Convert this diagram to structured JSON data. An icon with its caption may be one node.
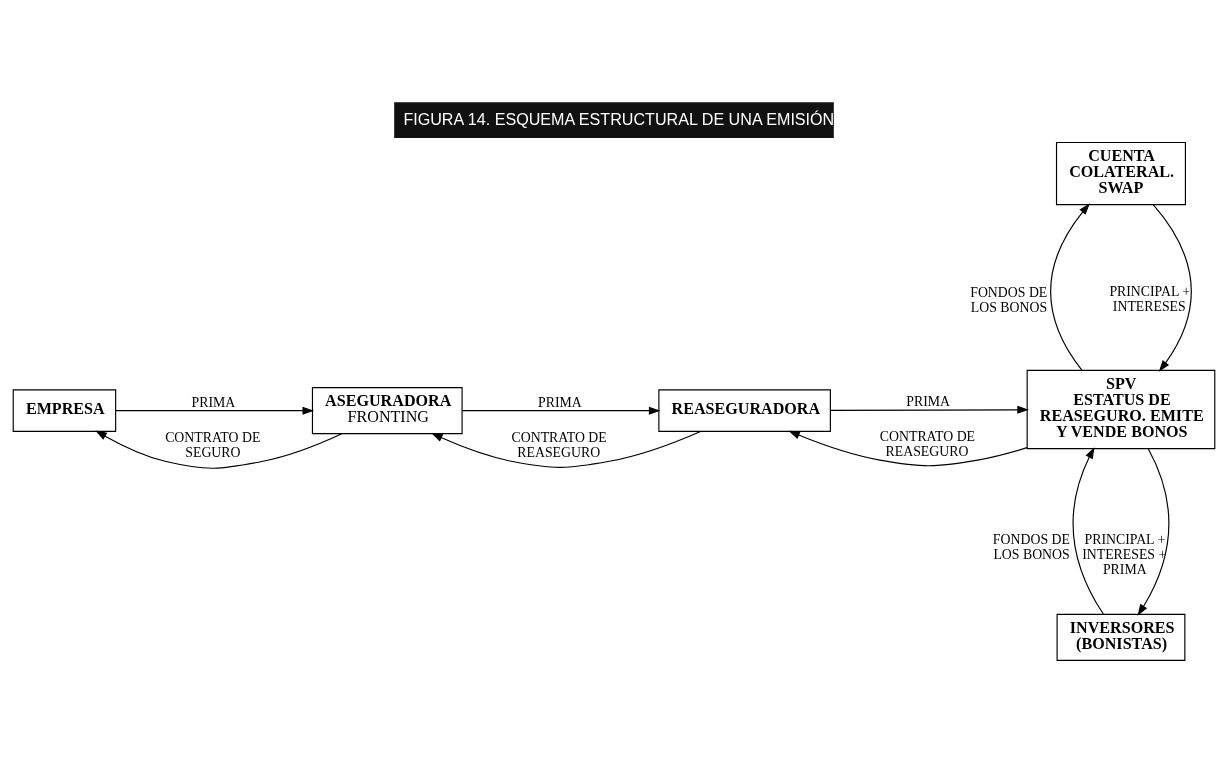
{
  "diagram": {
    "title": "FIGURA 14. ESQUEMA ESTRUCTURAL DE UNA EMISIÓN",
    "nodes": [
      {
        "text": [
          "EMPRESA"
        ]
      },
      {
        "text": [
          "ASEGURADORA",
          "FRONTING"
        ]
      },
      {
        "text": [
          "REASEGURADORA"
        ]
      },
      {
        "text": [
          "CUENTA COLATERAL. SWAP"
        ]
      },
      {
        "text": [
          "SPV",
          "ESTATUS DE REASEGURO. EMITE Y VENDE BONOS"
        ]
      },
      {
        "text": [
          "INVERSORES (BONISTAS)"
        ]
      }
    ],
    "edges": [
      {
        "from": 0,
        "to": 1,
        "arrow": "to",
        "label": "PRIMA"
      },
      {
        "from": 1,
        "to": 0,
        "arrow": "to",
        "label": "CONTRATO DE SEGURO"
      },
      {
        "from": 1,
        "to": 2,
        "arrow": "to",
        "label": "PRIMA"
      },
      {
        "from": 2,
        "to": 1,
        "arrow": "to",
        "label": "CONTRATO DE REASEGURO"
      },
      {
        "from": 2,
        "to": 4,
        "arrow": "to",
        "label": "PRIMA"
      },
      {
        "from": 4,
        "to": 2,
        "arrow": "to",
        "label": "CONTRATO DE REASEGURO"
      },
      {
        "from": 3,
        "to": 4,
        "arrow": "to",
        "label": "PRINCIPAL + INTERESES"
      },
      {
        "from": 4,
        "to": 3,
        "arrow": "to",
        "label": "FONDOS DE LOS BONOS"
      },
      {
        "from": 4,
        "to": 5,
        "arrow": "to",
        "label": "PRINCIPAL + INTERESES + PRIMA"
      },
      {
        "from": 5,
        "to": 4,
        "arrow": "to",
        "label": "FONDOS DE LOS BONOS"
      }
    ]
  }
}
